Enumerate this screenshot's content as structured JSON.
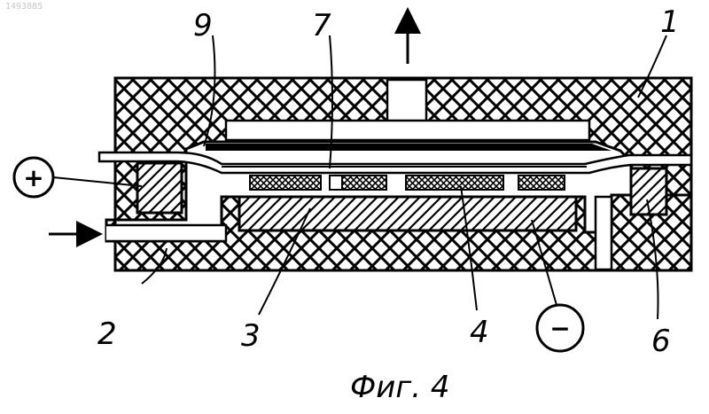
{
  "watermark": "1493885",
  "labels": {
    "one": "1",
    "two": "2",
    "three": "3",
    "four": "4",
    "six": "6",
    "seven": "7",
    "nine": "9"
  },
  "terminals": {
    "plus": "+",
    "minus": "−"
  },
  "caption": "Фиг. 4"
}
